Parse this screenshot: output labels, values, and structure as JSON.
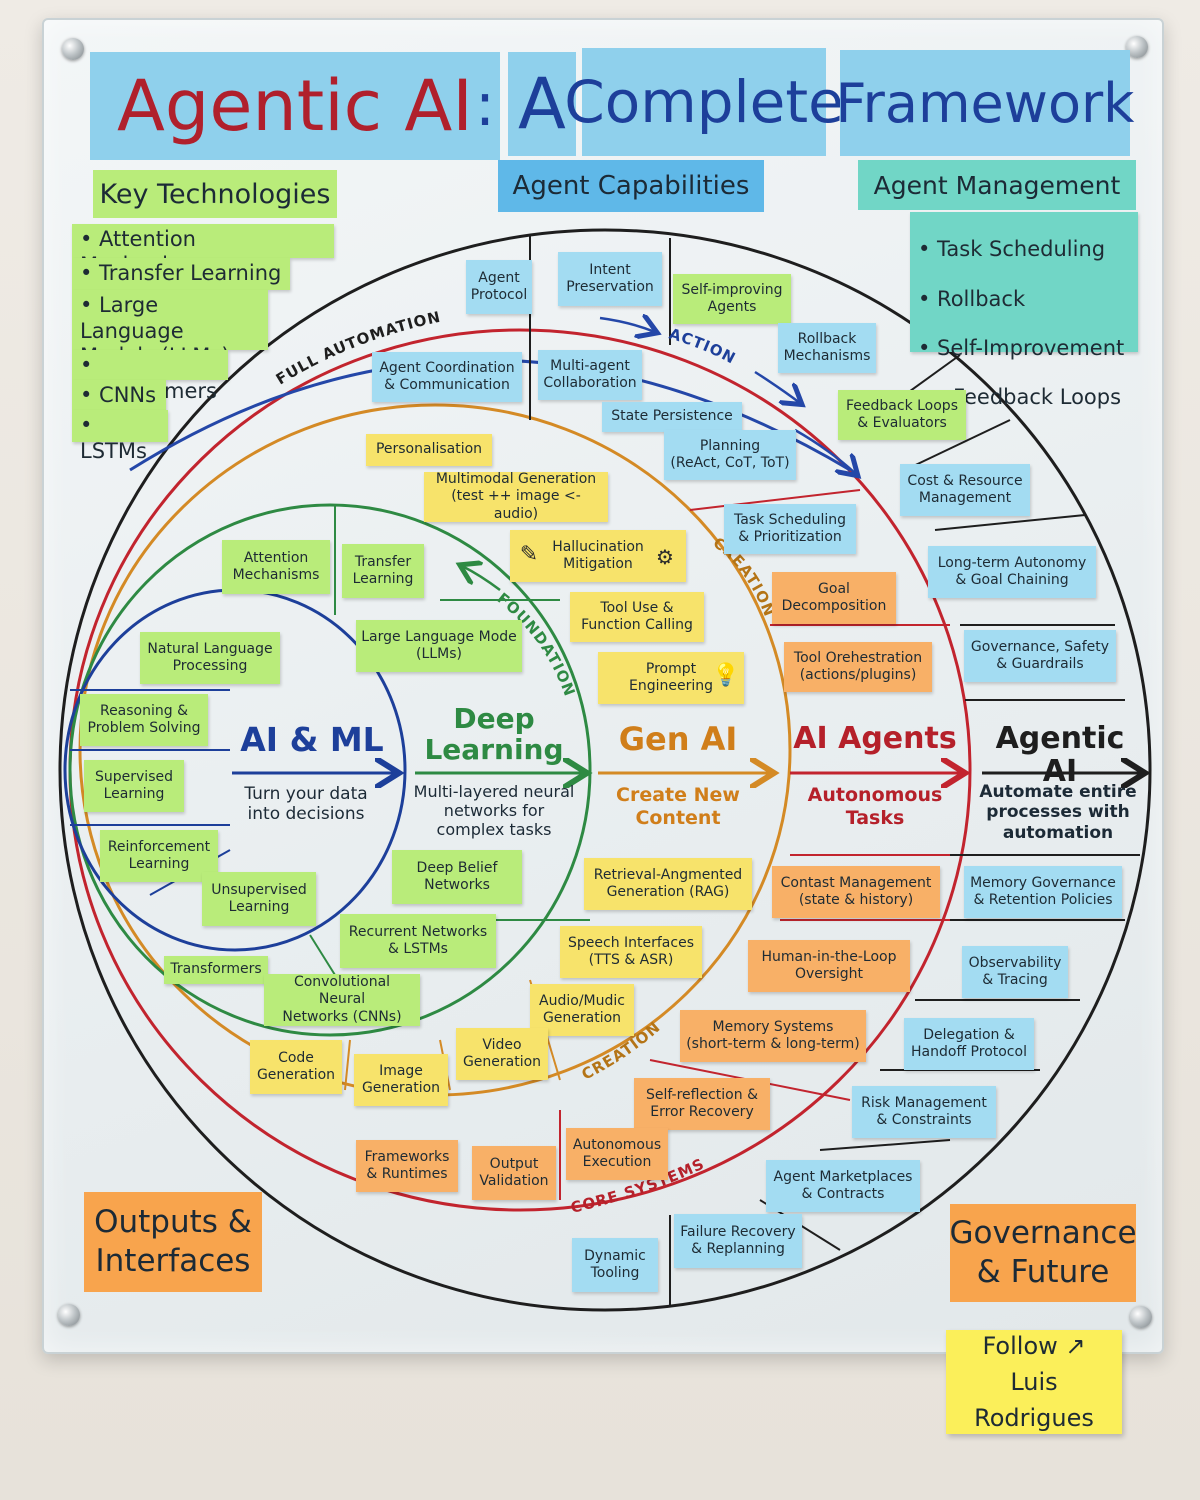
{
  "title": {
    "part1": "Agentic AI",
    "colon": ":",
    "part2": "A",
    "part3": "Complete",
    "part4": "Framework"
  },
  "headers": {
    "key_technologies": "Key Technologies",
    "agent_capabilities": "Agent Capabilities",
    "agent_management": "Agent Management",
    "outputs_interfaces": "Outputs &\nInterfaces",
    "governance_future": "Governance\n& Future"
  },
  "key_technologies": [
    "• Attention Mechanisms",
    "• Transfer Learning",
    "• Large Language\n   Models (LLMs)",
    "• Transformers",
    "• CNNs",
    "• LSTMs"
  ],
  "agent_management": [
    "• Task Scheduling",
    "• Rollback",
    "• Self-Improvement",
    "• Feedback Loops"
  ],
  "ring_labels": {
    "full_automation": "FULL AUTOMATION",
    "action": "ACTION",
    "creation_top": "CREATION",
    "foundation": "FOUNDATION",
    "creation_bottom": "CREATION",
    "core_systems": "CORE SYSTEMS"
  },
  "centers": [
    {
      "title": "AI & ML",
      "sub": "Turn your data\ninto decisions",
      "color": "#1d3f9a"
    },
    {
      "title": "Deep\nLearning",
      "sub": "Multi-layered neural\nnetworks for\ncomplex tasks",
      "color": "#2e8a43"
    },
    {
      "title": "Gen AI",
      "sub": "Create New\nContent",
      "color": "#d07e1a"
    },
    {
      "title": "AI Agents",
      "sub": "Autonomous\nTasks",
      "color": "#b5202a"
    },
    {
      "title": "Agentic AI",
      "sub": "Automate entire\nprocesses with\nautomation",
      "color": "#1e1e1e"
    }
  ],
  "notes": {
    "agent_protocol": "Agent\nProtocol",
    "intent_preservation": "Intent\nPreservation",
    "self_improving_agents": "Self-improving\nAgents",
    "rollback_mechanisms": "Rollback\nMechanisms",
    "agent_coordination": "Agent Coordination\n& Communication",
    "multi_agent": "Multi-agent\nCollaboration",
    "state_persistence": "State Persistence",
    "feedback_loops": "Feedback Loops\n& Evaluators",
    "personalisation": "Personalisation",
    "planning": "Planning\n(ReAct, CoT, ToT)",
    "cost_resource": "Cost & Resource\nManagement",
    "multimodal": "Multimodal Generation\n(test ++ image <- audio)",
    "task_scheduling": "Task Scheduling\n& Prioritization",
    "long_term_autonomy": "Long-term Autonomy\n& Goal Chaining",
    "attention_mech": "Attention\nMechanisms",
    "transfer_learning": "Transfer\nLearning",
    "hallucination": "Hallucination\nMitigation",
    "goal_decomp": "Goal\nDecomposition",
    "tool_use": "Tool Use &\nFunction Calling",
    "governance_safety": "Governance, Safety\n& Guardrails",
    "nlp": "Natural Language\nProcessing",
    "llm_mode": "Large Language Mode\n(LLMs)",
    "tool_orchestration": "Tool Orehestration\n(actions/plugins)",
    "prompt_eng": "Prompt\nEngineering",
    "reasoning": "Reasoning &\nProblem Solving",
    "supervised": "Supervised\nLearning",
    "reinforcement": "Reinforcement\nLearning",
    "unsupervised": "Unsupervised\nLearning",
    "deep_belief": "Deep Belief\nNetworks",
    "rag": "Retrieval-Angmented\nGeneration (RAG)",
    "contast_mgmt": "Contast Management\n(state & history)",
    "memory_gov": "Memory Governance\n& Retention Policies",
    "recurrent": "Recurrent Networks\n& LSTMs",
    "speech": "Speech Interfaces\n(TTS & ASR)",
    "human_loop": "Human-in-the-Loop\nOversight",
    "observability": "Observability\n& Tracing",
    "transformers": "Transformers",
    "cnn": "Convolutional Neural\nNetworks (CNNs)",
    "audio_music": "Audio/Mudic\nGeneration",
    "memory_systems": "Memory Systems\n(short-term & long-term)",
    "delegation": "Delegation &\nHandoff Protocol",
    "code_gen": "Code\nGeneration",
    "image_gen": "Image\nGeneration",
    "video_gen": "Video\nGeneration",
    "self_reflection": "Self-reflection &\nError Recovery",
    "risk_mgmt": "Risk Management\n& Constraints",
    "frameworks": "Frameworks\n& Runtimes",
    "output_validation": "Output\nValidation",
    "autonomous_exec": "Autonomous\nExecution",
    "marketplaces": "Agent Marketplaces\n& Contracts",
    "failure_recovery": "Failure Recovery\n& Replanning",
    "dynamic_tooling": "Dynamic\nTooling"
  },
  "follow_note": "Follow ↗\nLuis Rodrigues",
  "colors": {
    "ring_ai_ml": "#1d3f9a",
    "ring_deep_learning": "#2e8a43",
    "ring_gen_ai": "#d48a25",
    "ring_ai_agents": "#c2242e",
    "ring_agentic": "#1e1e1e",
    "ring_action": "#2447a8"
  }
}
